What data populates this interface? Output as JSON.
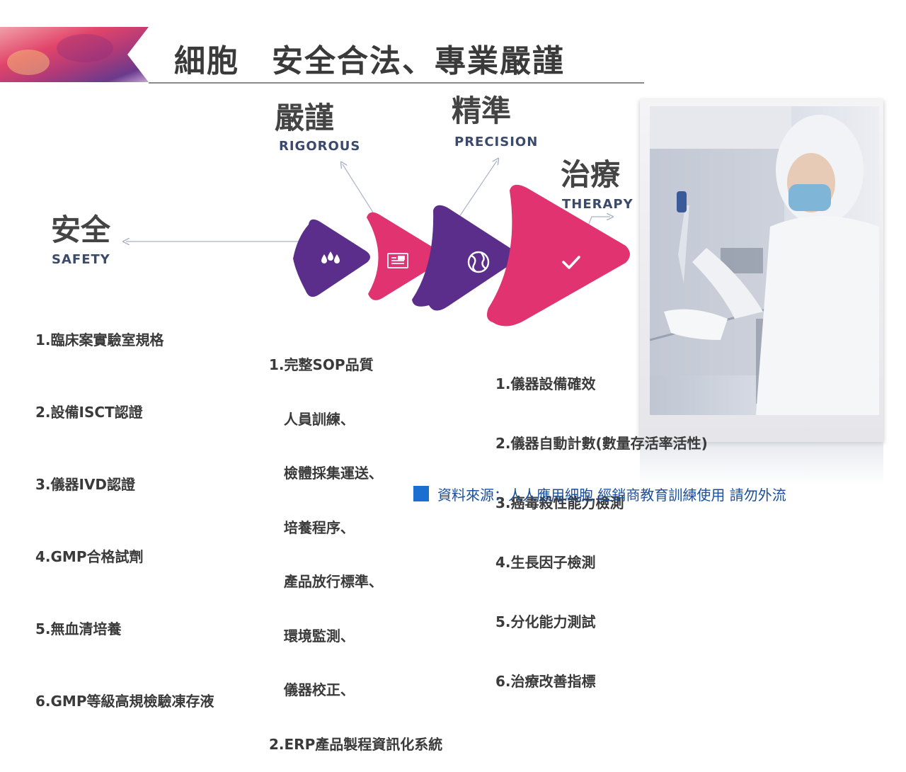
{
  "title": "細胞　安全合法、專業嚴謹",
  "stages": {
    "safety": {
      "name": "安全",
      "english": "SAFETY"
    },
    "rigorous": {
      "name": "嚴謹",
      "english": "RIGOROUS"
    },
    "precision": {
      "name": "精準",
      "english": "PRECISION"
    },
    "therapy": {
      "name": "治療",
      "english": "THERAPY"
    }
  },
  "safety_list": [
    "1.臨床案實驗室規格",
    "2.設備ISCT認證",
    "3.儀器IVD認證",
    "4.GMP合格試劑",
    "5.無血清培養",
    "6.GMP等級高規檢驗凍存液"
  ],
  "rigorous_list": [
    "1.完整SOP品質",
    "   人員訓練、",
    "   檢體採集運送、",
    "   培養程序、",
    "   產品放行標準、",
    "   環境監測、",
    "   儀器校正、",
    "2.ERP產品製程資訊化系統"
  ],
  "therapy_list": [
    "1.儀器設備確效",
    "2.儀器自動計數(數量存活率活性)",
    "3.癌毒殺性能力檢測",
    "4.生長因子檢測",
    "5.分化能力測試",
    "6.治療改善指標"
  ],
  "source": "資料來源：人人應用細胞 經銷商教育訓練使用 請勿外流",
  "colors": {
    "purple": "#5b2e8c",
    "pink": "#e0336f",
    "source_blue": "#1a6fd1"
  },
  "icons": [
    "drops-icon",
    "document-icon",
    "globe-icon",
    "checkmark-icon"
  ]
}
